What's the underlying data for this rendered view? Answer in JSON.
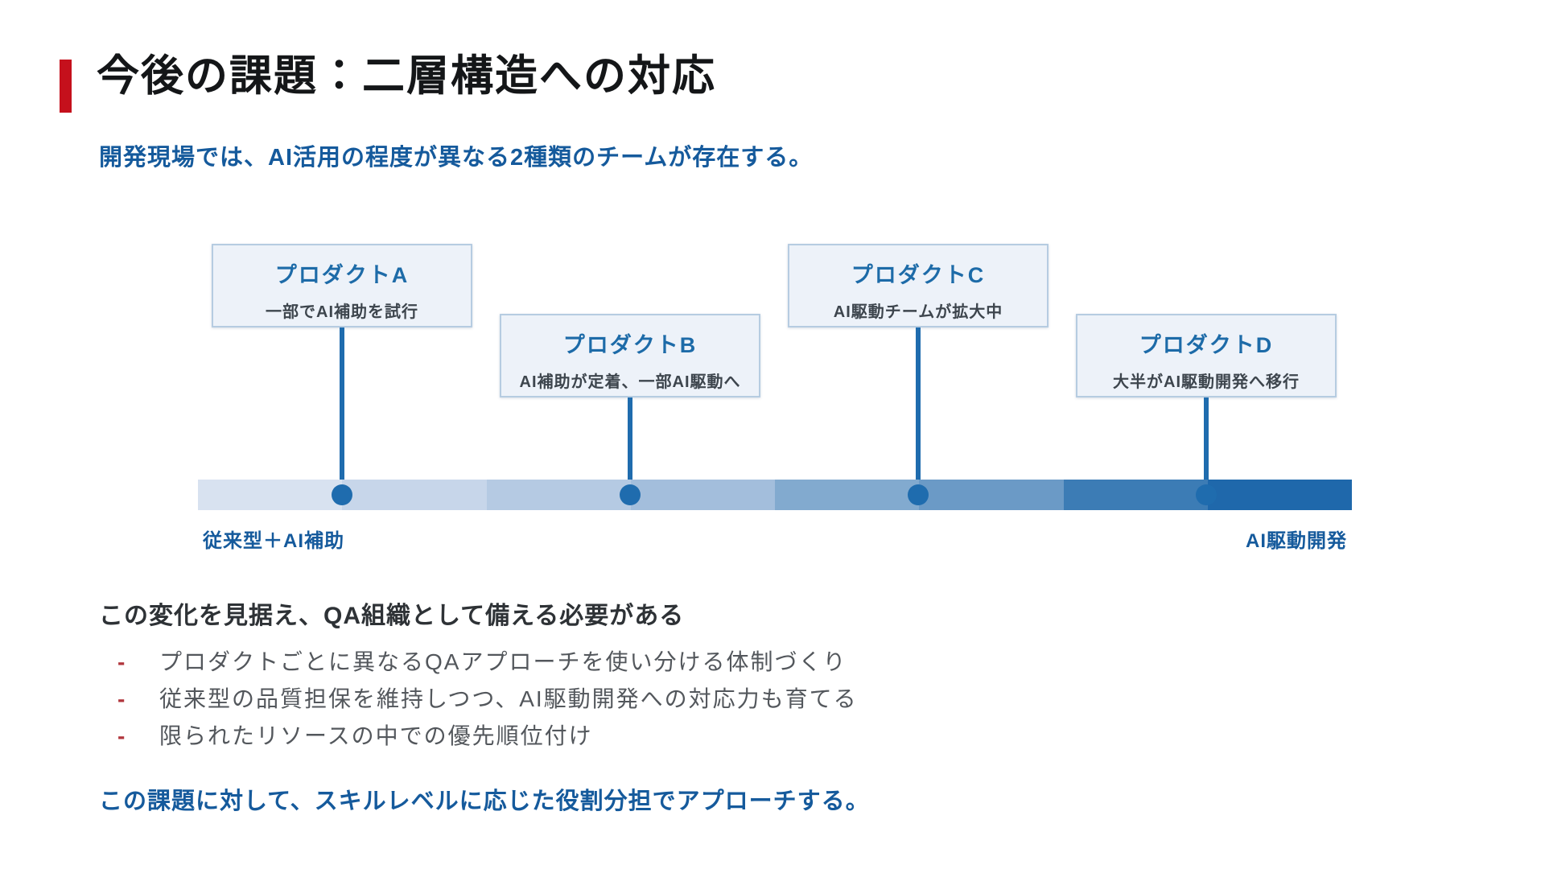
{
  "slide": {
    "title": "今後の課題：二層構造への対応",
    "subtitle": "開発現場では、AI活用の程度が異なる2種類のチームが存在する。",
    "colors": {
      "accent_red": "#c5101c",
      "accent_blue": "#155a9c",
      "marker_blue": "#1f6cae",
      "bullet_red": "#b1363d"
    }
  },
  "diagram": {
    "products": [
      {
        "name": "プロダクトA",
        "desc": "一部でAI補助を試行",
        "position_pct": 12.5
      },
      {
        "name": "プロダクトB",
        "desc": "AI補助が定着、一部AI駆動へ",
        "position_pct": 37.5
      },
      {
        "name": "プロダクトC",
        "desc": "AI駆動チームが拡大中",
        "position_pct": 62.5
      },
      {
        "name": "プロダクトD",
        "desc": "大半がAI駆動開発へ移行",
        "position_pct": 87.5
      }
    ],
    "axis": {
      "left_label": "従来型＋AI補助",
      "right_label": "AI駆動開発"
    },
    "gradient_steps": [
      "#d8e2f0",
      "#c7d6ea",
      "#b5cae3",
      "#a3bedc",
      "#82aacf",
      "#6b9ac6",
      "#3c7cb5",
      "#1f68ab"
    ]
  },
  "summary": {
    "heading": "この変化を見据え、QA組織として備える必要がある",
    "bullet_marker": "-",
    "bullets": [
      "プロダクトごとに異なるQAアプローチを使い分ける体制づくり",
      "従来型の品質担保を維持しつつ、AI駆動開発への対応力も育てる",
      "限られたリソースの中での優先順位付け"
    ],
    "conclusion": "この課題に対して、スキルレベルに応じた役割分担でアプローチする。"
  }
}
